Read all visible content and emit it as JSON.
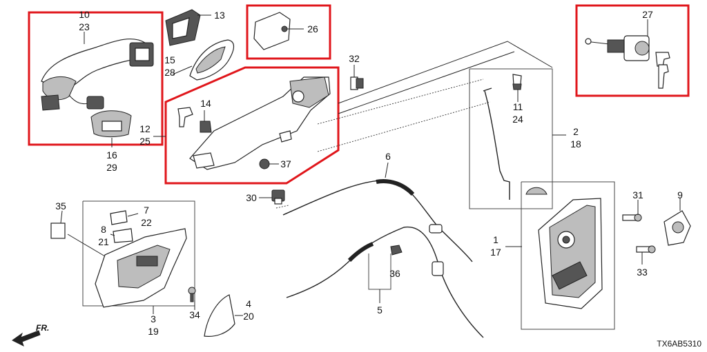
{
  "diagram_code": "TX6AB5310",
  "direction_label": "FR.",
  "colors": {
    "highlight": "#e0161b",
    "line": "#222222"
  },
  "callouts": {
    "c10": "10",
    "c23": "23",
    "c13": "13",
    "c26": "26",
    "c27": "27",
    "c15": "15",
    "c28": "28",
    "c32": "32",
    "c14": "14",
    "c12": "12",
    "c25": "25",
    "c16": "16",
    "c29": "29",
    "c11": "11",
    "c24": "24",
    "c2": "2",
    "c18": "18",
    "c37": "37",
    "c6": "6",
    "c30": "30",
    "c35": "35",
    "c7": "7",
    "c22": "22",
    "c8": "8",
    "c21": "21",
    "c31": "31",
    "c9": "9",
    "c1": "1",
    "c17": "17",
    "c33": "33",
    "c36": "36",
    "c3": "3",
    "c19": "19",
    "c34": "34",
    "c4": "4",
    "c20": "20",
    "c5": "5"
  }
}
